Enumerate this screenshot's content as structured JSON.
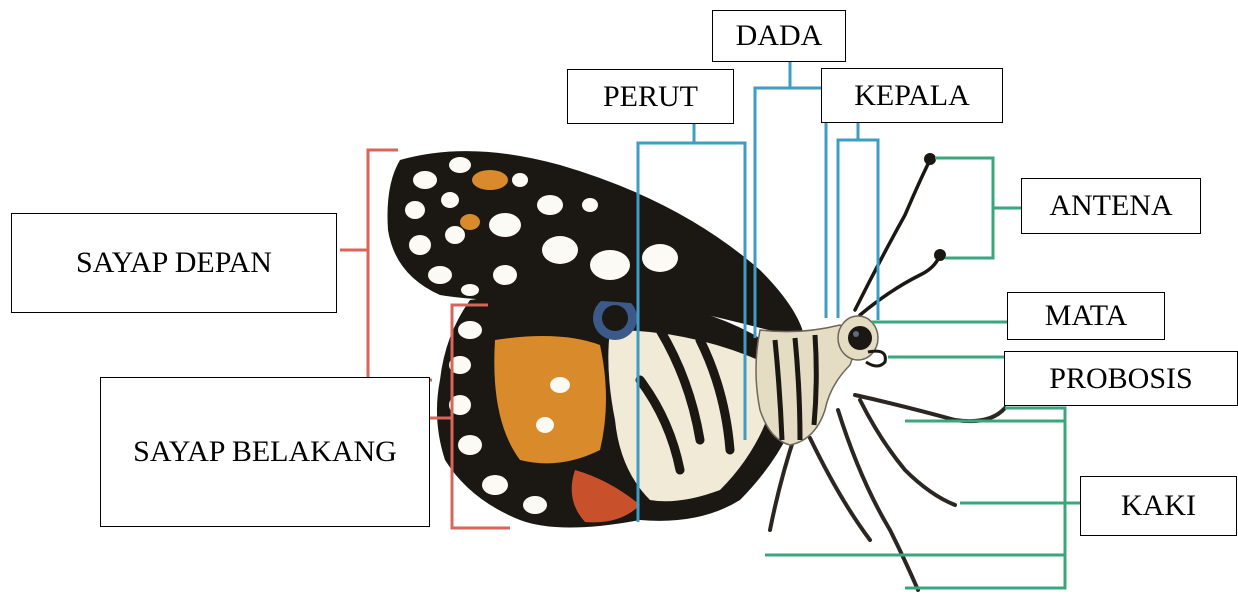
{
  "labels": {
    "dada": "DADA",
    "perut": "PERUT",
    "kepala": "KEPALA",
    "antena": "ANTENA",
    "sayap_depan": "SAYAP DEPAN",
    "mata": "MATA",
    "probosis": "PROBOSIS",
    "sayap_belakang": "SAYAP BELAKANG",
    "kaki": "KAKI"
  },
  "colors": {
    "red_lines": "#d9655a",
    "blue_lines": "#3f9cc4",
    "green_lines": "#3aa67c",
    "wing_black": "#1b1712",
    "wing_orange": "#d98a2a",
    "wing_cream": "#f1ead6",
    "spot_white": "#fbfaf4",
    "tail_red": "#c8502a"
  }
}
